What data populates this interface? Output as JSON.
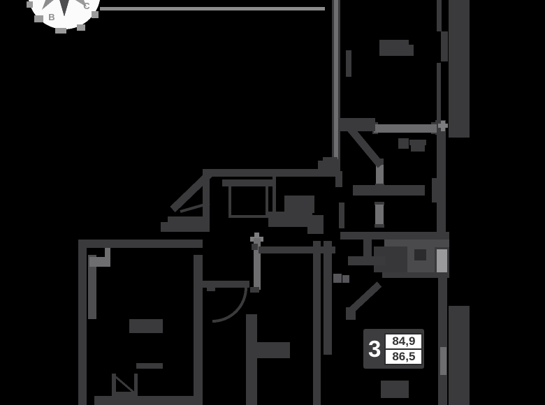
{
  "meta": {
    "kind": "apartment-floor-plan-screenshot"
  },
  "colors": {
    "background": "#000000",
    "wall": "#3a3a3c",
    "wall_light": "#6e6e70",
    "wall_mid": "#4a4a4d",
    "section_line": "#8b8b8b",
    "compass_face": "#fbfbfb",
    "compass_letters": "#8f8f8f",
    "badge_bg": "#3d3d3f",
    "badge_box_bg": "#ffffff",
    "badge_box_text": "#333333"
  },
  "compass": {
    "east_letter": "В",
    "north_letter": "С"
  },
  "badge": {
    "rooms": "3",
    "area_top": "84,9",
    "area_bottom": "86,5"
  }
}
